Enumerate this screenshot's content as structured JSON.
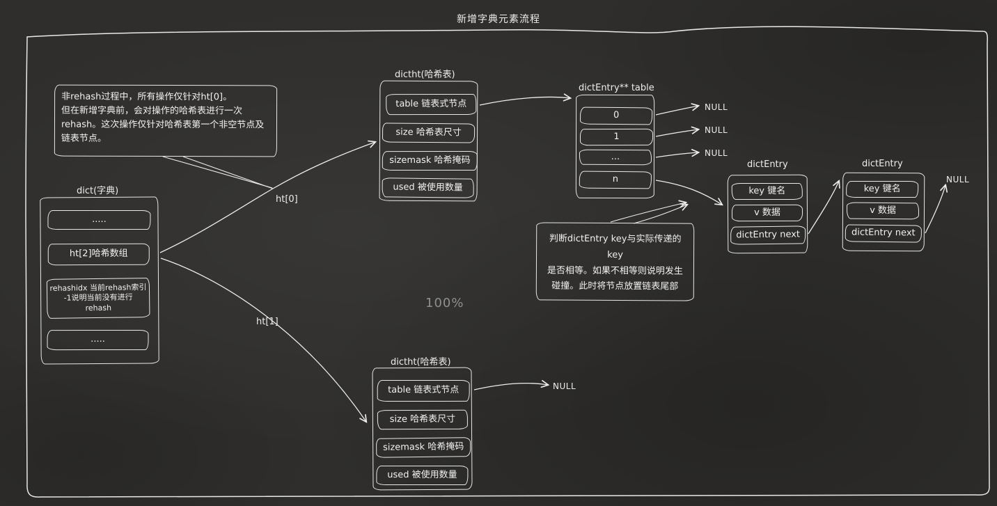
{
  "title": "新增字典元素流程",
  "notes": {
    "rehash_note": "非rehash过程中，所有操作仅针对ht[0]。\n但在新增字典前，会对操作的哈希表进行一次\nrehash。这次操作仅针对哈希表第一个非空节点及\n链表节点。",
    "collision_note": "判断dictEntry key与实际传递的key\n是否相等。如果不相等则说明发生\n碰撞。此时将节点放置链表尾部"
  },
  "dict": {
    "label": "dict(字典)",
    "rows": [
      ".....",
      "ht[2]哈希数组",
      "rehashidx 当前rehash索引\n-1说明当前没有进行\nrehash",
      "....."
    ]
  },
  "dictht_top": {
    "label": "dictht(哈希表)",
    "rows": [
      "table 链表式节点",
      "size 哈希表尺寸",
      "sizemask 哈希掩码",
      "used 被使用数量"
    ]
  },
  "dictht_bottom": {
    "label": "dictht(哈希表)",
    "rows": [
      "table 链表式节点",
      "size 哈希表尺寸",
      "sizemask 哈希掩码",
      "used 被使用数量"
    ]
  },
  "entry_table": {
    "label": "dictEntry** table",
    "rows": [
      "0",
      "1",
      "...",
      "n"
    ]
  },
  "dict_entry_1": {
    "label": "dictEntry",
    "rows": [
      "key 键名",
      "v 数据",
      "dictEntry next"
    ]
  },
  "dict_entry_2": {
    "label": "dictEntry",
    "rows": [
      "key 键名",
      "v 数据",
      "dictEntry next"
    ]
  },
  "edge_labels": {
    "ht0": "ht[0]",
    "ht1": "ht[1]",
    "null": "NULL"
  },
  "zoom_indicator": "100%",
  "colors": {
    "background": "#2f2e2c",
    "stroke": "#ededed",
    "muted_text": "#8f8f8f"
  }
}
